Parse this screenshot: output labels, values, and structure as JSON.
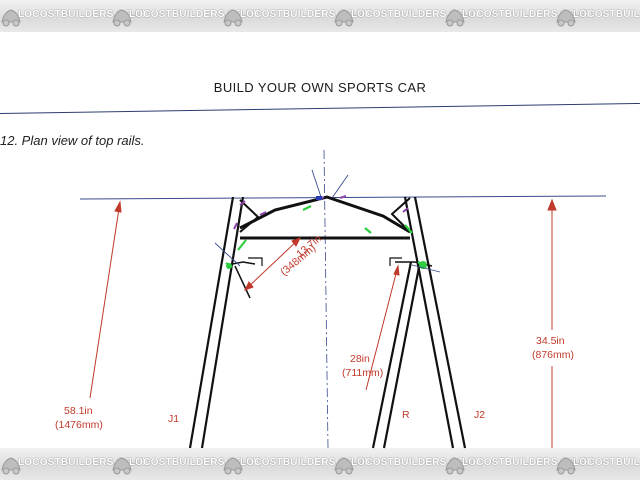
{
  "watermark": {
    "text": "LOCOSTBUILDERS.CO.UK",
    "repeat_count": 6,
    "icon": "car-silhouette-icon"
  },
  "document": {
    "title": "BUILD YOUR OWN SPORTS CAR",
    "caption": "12. Plan view of top rails."
  },
  "dimensions": {
    "front_width": {
      "value": "13.7in",
      "metric": "(348mm)"
    },
    "rail_length": {
      "value": "28in",
      "metric": "(711mm)"
    },
    "height_right": {
      "value": "34.5in",
      "metric": "(876mm)"
    },
    "height_left": {
      "value": "58.1in",
      "metric": "(1476mm)"
    }
  },
  "member_labels": {
    "j1": "J1",
    "r": "R",
    "j2": "J2"
  },
  "colors": {
    "dimension": "#c0392b",
    "structure": "#111111",
    "guide": "#3a4a8c",
    "annotation_green": "#2ecc40",
    "annotation_purple": "#8e44ad"
  }
}
